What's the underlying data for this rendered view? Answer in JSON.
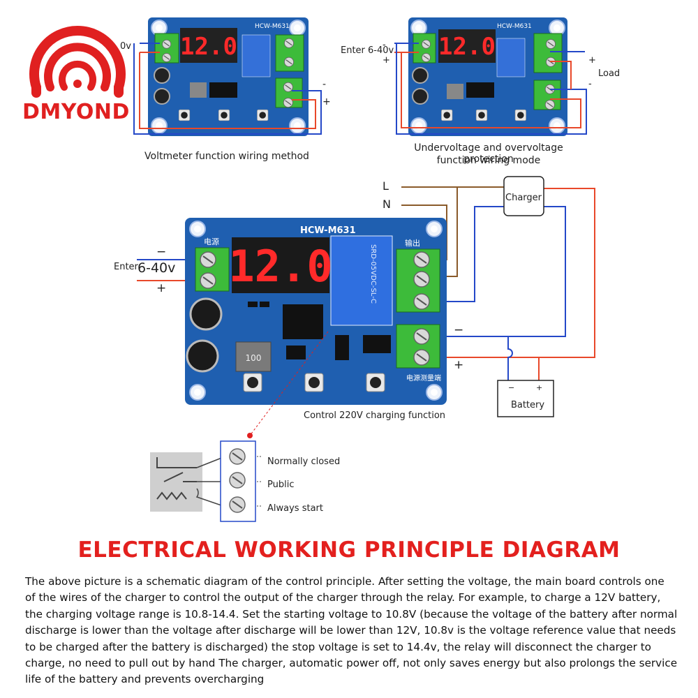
{
  "brand": {
    "name": "DMYOND",
    "color": "#e02020"
  },
  "board": {
    "model": "HCW-M631",
    "display": "12.0",
    "power_label": "电源",
    "output_label": "输出",
    "sense_label": "电源测量端",
    "inductor": "100",
    "relay_text": "SRD-05VDC-SL-C"
  },
  "top_left": {
    "caption": "Voltmeter function wiring method",
    "enter_fragment": "0v"
  },
  "top_right": {
    "caption_line1": "Undervoltage and overvoltage protection",
    "caption_line2": "function wiring mode",
    "enter": "Enter 6-40v",
    "plus": "+",
    "minus": "-",
    "load": "Load"
  },
  "main": {
    "enter": "Enter",
    "range": "6-40v",
    "minus": "−",
    "plus": "+",
    "L": "L",
    "N": "N",
    "charger": "Charger",
    "battery": "Battery",
    "bat_minus": "−",
    "bat_plus": "+",
    "vin_minus": "−",
    "vin_plus": "+",
    "caption": "Control 220V charging function"
  },
  "relay_detail": {
    "nc": "Normally closed",
    "com": "Public",
    "no": "Always start"
  },
  "heading": "ELECTRICAL WORKING PRINCIPLE DIAGRAM",
  "description": "The above picture is a schematic diagram of the control principle. After setting the voltage, the main board  controls one of the wires of the charger to control the output of the charger through the relay. For example, to charge a 12V battery, the charging voltage range is 10.8-14.4. Set the starting voltage to 10.8V (because the voltage of the battery after normal discharge is lower than the voltage after discharge will be lower than 12V, 10.8v is the voltage reference value that needs to be charged after the battery is discharged) the stop voltage is set to 14.4v, the relay will disconnect the charger to charge, no need to pull out by hand The charger, automatic power off, not only saves energy but also prolongs the service life of the battery and prevents overcharging",
  "colors": {
    "pcb": "#1f5fb0",
    "led": "#ff2a2a",
    "terminal": "#3dbb3a",
    "wire_red": "#e8482a",
    "wire_blue": "#2448c8",
    "wire_brown": "#8a5a2a",
    "heading": "#e3201e"
  }
}
